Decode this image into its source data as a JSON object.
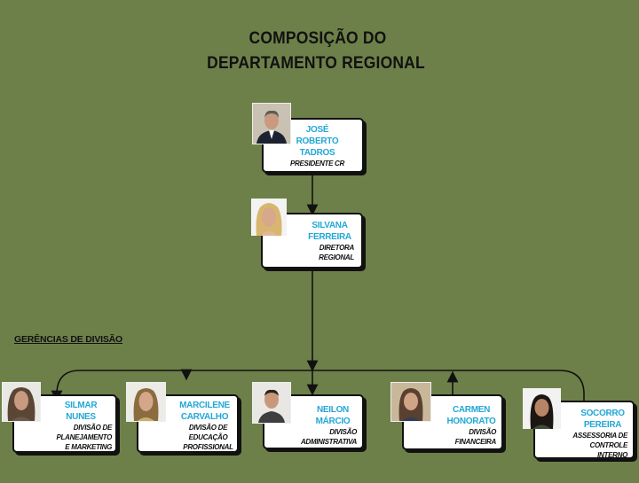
{
  "title": {
    "line1": "COMPOSIÇÃO DO",
    "line2": "DEPARTAMENTO REGIONAL"
  },
  "section_label": "GERÊNCIAS DE DIVISÃO",
  "president": {
    "name_lines": [
      "JOSÉ",
      "ROBERTO",
      "TADROS"
    ],
    "role": "PRESIDENTE CR"
  },
  "director": {
    "name_lines": [
      "SILVANA",
      "FERREIRA"
    ],
    "role_lines": [
      "DIRETORA",
      "REGIONAL"
    ]
  },
  "managers": [
    {
      "name_lines": [
        "SILMAR",
        "NUNES"
      ],
      "role_lines": [
        "DIVISÃO DE",
        "PLANEJAMENTO",
        "E MARKETING"
      ]
    },
    {
      "name_lines": [
        "MARCILENE",
        "CARVALHO"
      ],
      "role_lines": [
        "DIVISÃO DE",
        "EDUCAÇÃO",
        "PROFISSIONAL"
      ]
    },
    {
      "name_lines": [
        "NEILON",
        "MÁRCIO"
      ],
      "role_lines": [
        "DIVISÃO",
        "ADMINISTRATIVA"
      ]
    },
    {
      "name_lines": [
        "CARMEN",
        "HONORATO"
      ],
      "role_lines": [
        "DIVISÃO",
        "FINANCEIRA"
      ]
    },
    {
      "name_lines": [
        "SOCORRO",
        "PEREIRA"
      ],
      "role_lines": [
        "ASSESSORIA DE",
        "CONTROLE",
        "INTERNO"
      ]
    }
  ]
}
